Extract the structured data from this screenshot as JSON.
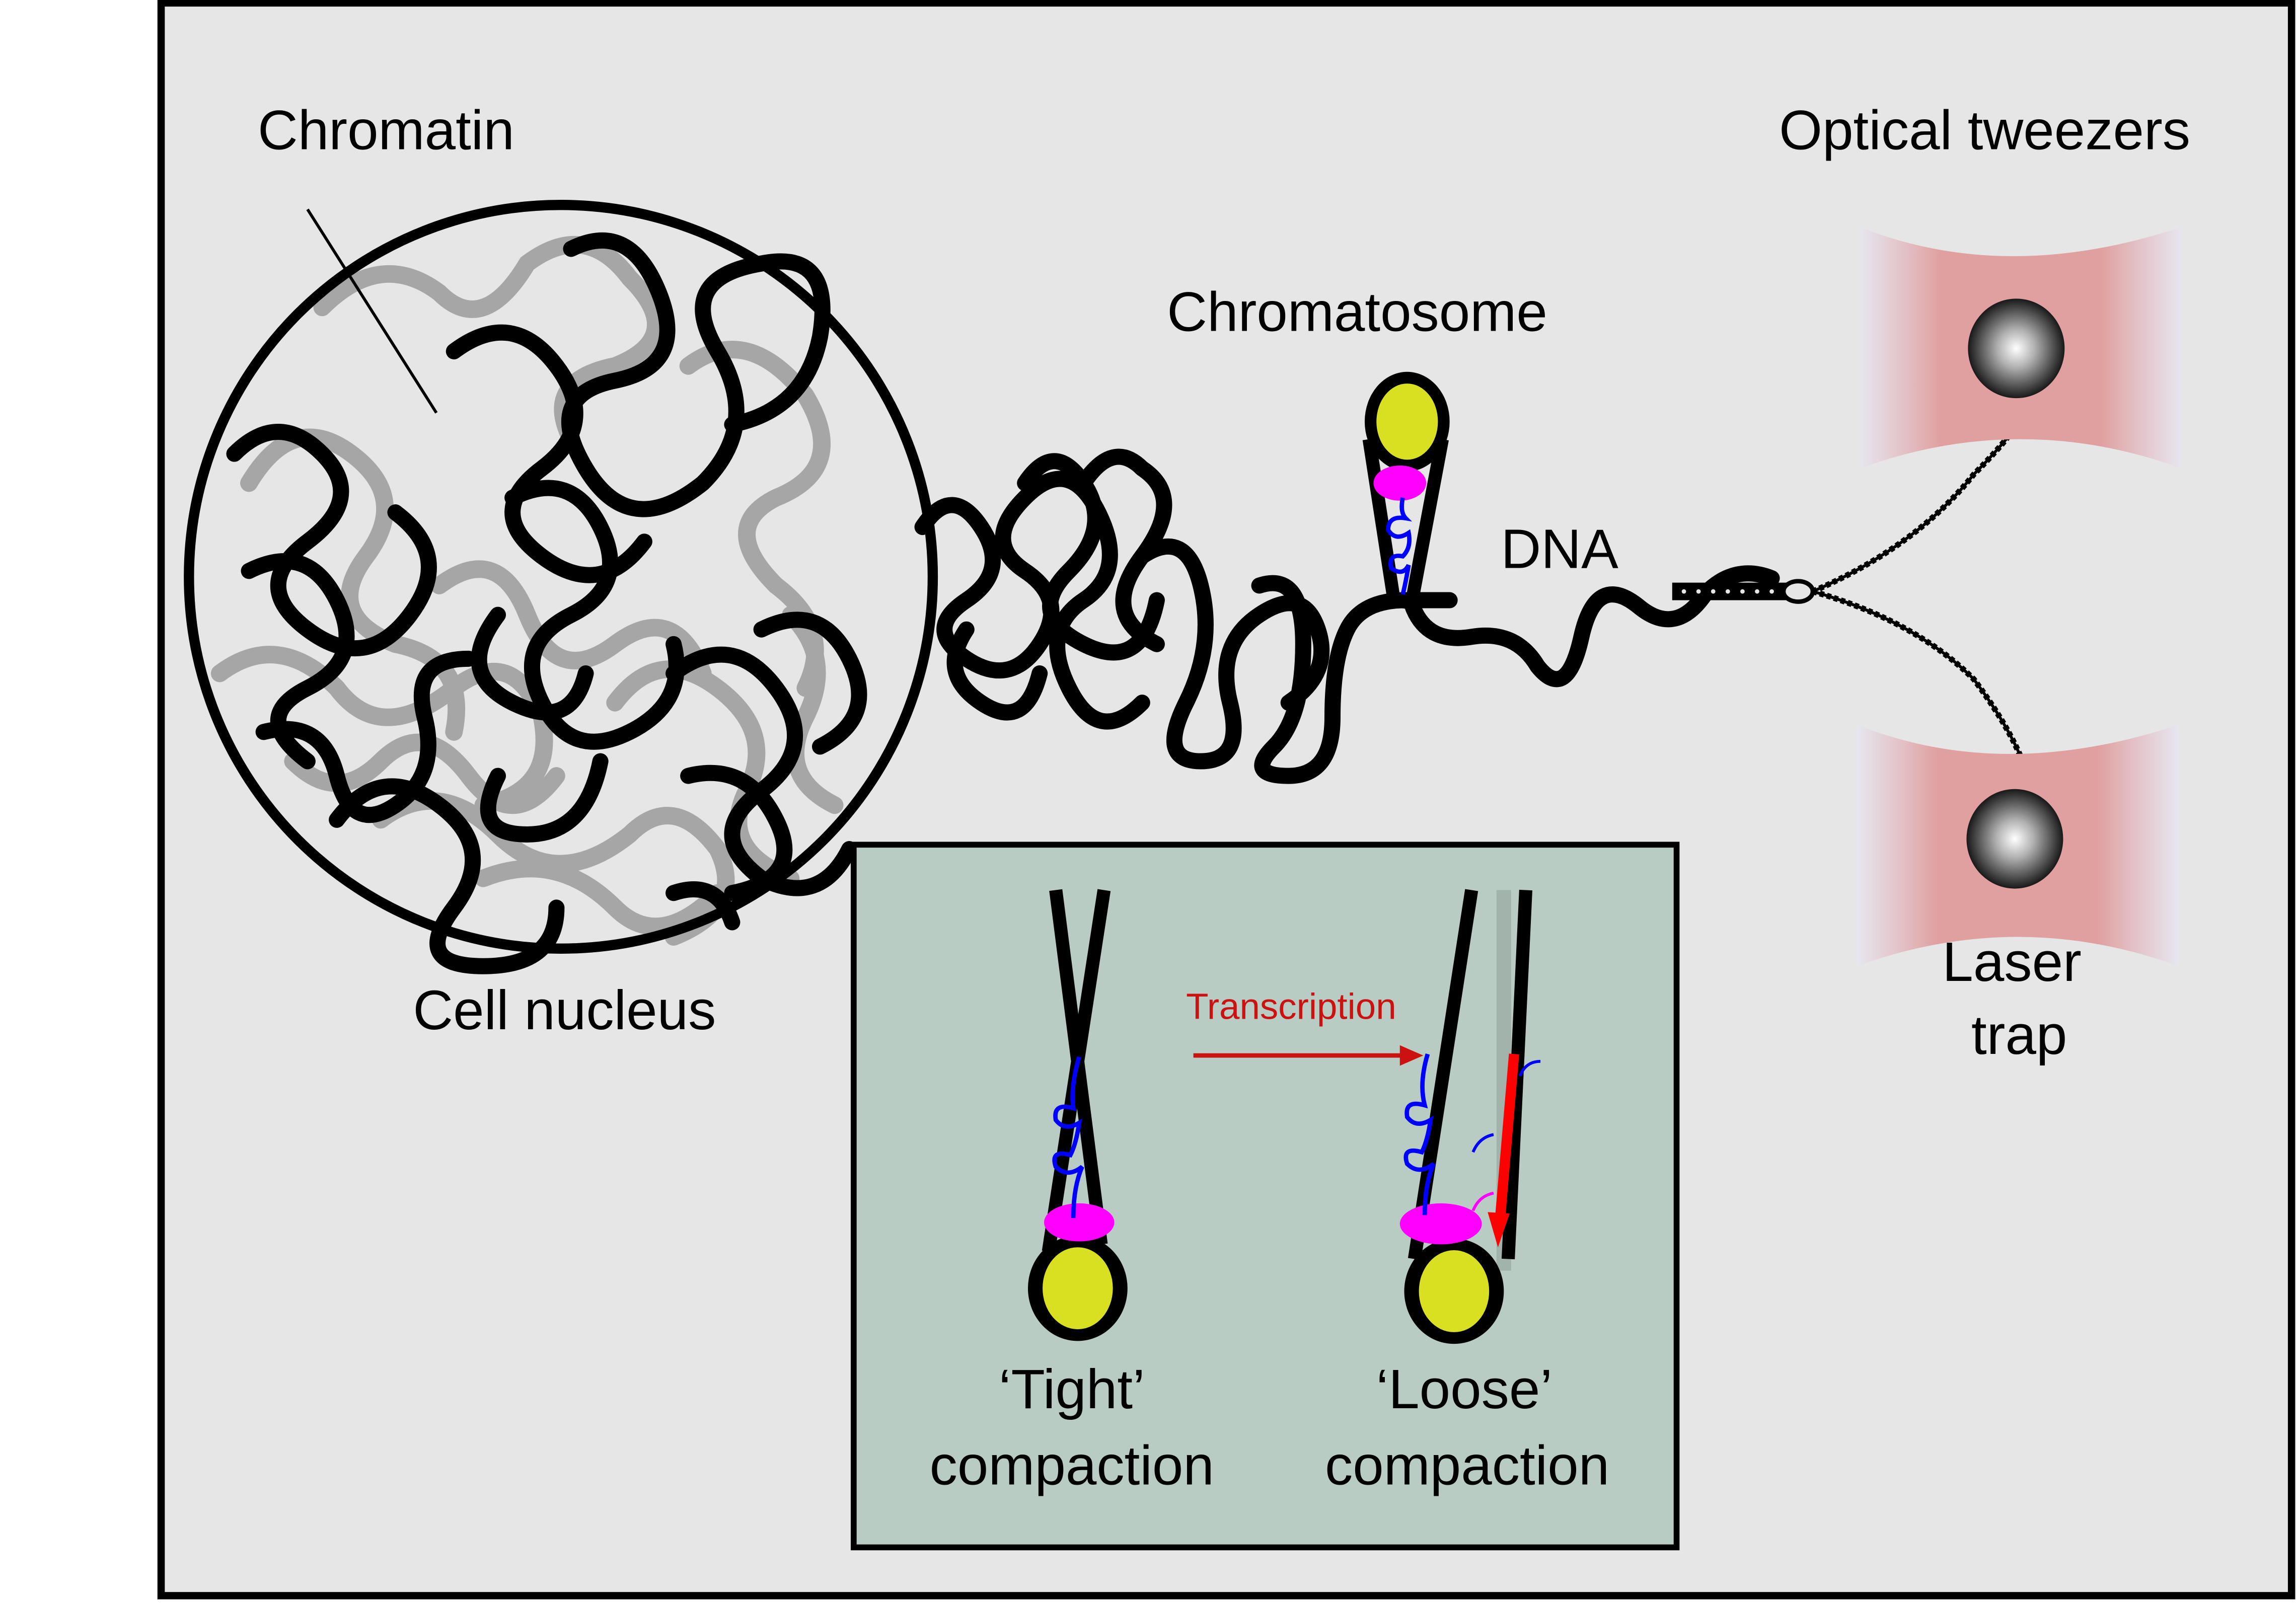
{
  "labels": {
    "chromatin": "Chromatin",
    "cell_nucleus": "Cell nucleus",
    "chromatosome": "Chromatosome",
    "dna": "DNA",
    "optical_tweezers": "Optical tweezers",
    "laser_trap_line1": "Laser",
    "laser_trap_line2": "trap"
  },
  "inset": {
    "transcription": "Transcription",
    "tight_line1": "‘Tight’",
    "tight_line2": "compaction",
    "loose_line1": "‘Loose’",
    "loose_line2": "compaction"
  },
  "colors": {
    "background": "#e6e6e6",
    "inset_background": "#b8ccc3",
    "histone_core": "#d9e021",
    "linker_histone": "#ff00ff",
    "histone_tail": "#0000ff",
    "transcription_arrow": "#cc1111",
    "force_arrow": "#ff0000",
    "laser_beam": "#e09c9c",
    "chromatin_light": "#a6a6a6"
  }
}
